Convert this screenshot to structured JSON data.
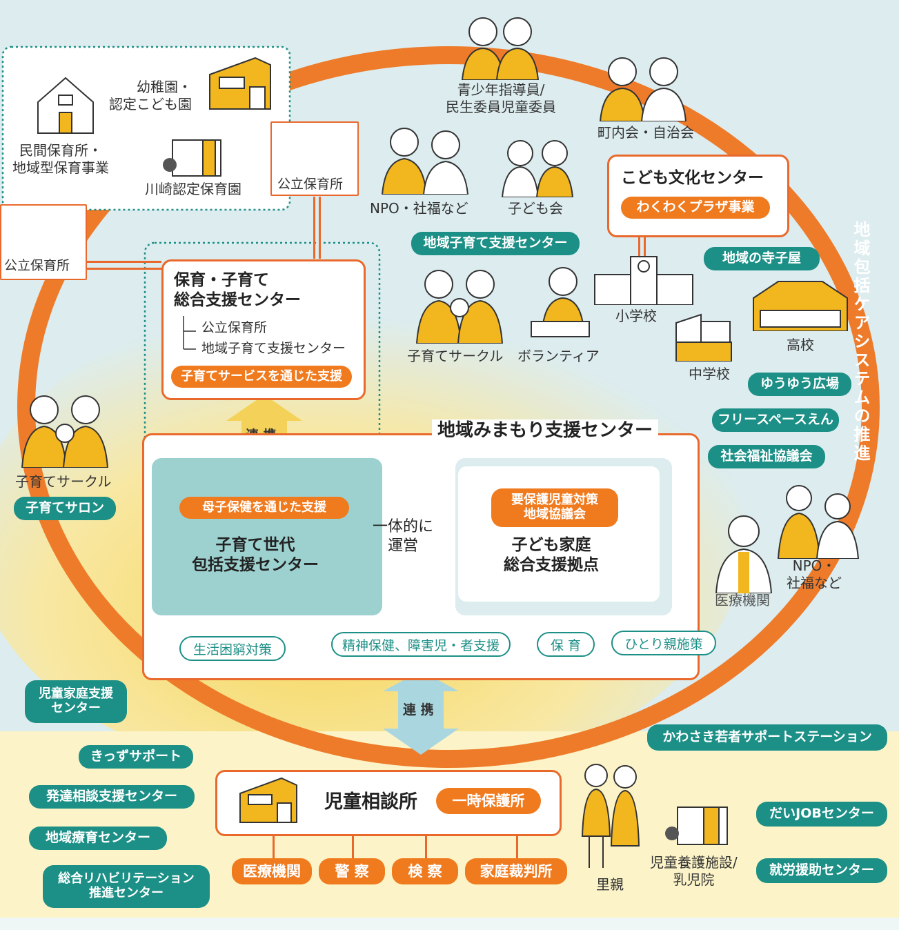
{
  "top_left": {
    "private_nursery": "民間保育所・\n地域型保育事業",
    "kindergarten": "幼稚園・\n認定こども園",
    "kawasaki_nursery": "川崎認定保育園",
    "public_nursery_1": "公立保育所",
    "public_nursery_2": "公立保育所"
  },
  "community": {
    "youth_guidance": "青少年指導員/\n民生委員児童委員",
    "neighborhood": "町内会・自治会",
    "npo_1": "NPO・社福など",
    "kids_club": "子ども会",
    "local_support_center": "地域子育て支援センター",
    "child_circle_1": "子育てサークル",
    "volunteer": "ボランティア",
    "culture_center": "こども文化センター",
    "wakuwaku": "わくわくプラザ事業",
    "terakoya": "地域の寺子屋",
    "elementary": "小学校",
    "junior_high": "中学校",
    "high_school": "高校",
    "yuyu": "ゆうゆう広場",
    "freespace": "フリースペースえん",
    "welfare_council": "社会福祉協議会",
    "medical": "医療機関",
    "npo_2": "NPO・\n社福など",
    "ring_label": "地域包括ケアシステムの推進",
    "child_circle_2": "子育てサークル",
    "child_salon": "子育てサロン"
  },
  "general_support": {
    "title": "保育・子育て\n総合支援センター",
    "sub1": "公立保育所",
    "sub2": "地域子育て支援センター",
    "badge": "子育てサービスを通じた支援"
  },
  "link_top": "連 携",
  "link_bottom": "連 携",
  "mimamori": {
    "title": "地域みまもり支援センター",
    "maternal_badge": "母子保健を通じた支援",
    "generation_center": "子育て世代\n包括支援センター",
    "unified": "一体的に\n運営",
    "council_badge": "要保護児童対策\n地域協議会",
    "family_base": "子ども家庭\n総合支援拠点",
    "tags": [
      "生活困窮対策",
      "精神保健、障害児・者支援",
      "保 育",
      "ひとり親施策"
    ]
  },
  "bottom": {
    "family_support_center": "児童家庭支援\nセンター",
    "kids_support": "きっずサポート",
    "development_center": "発達相談支援センター",
    "therapy_center": "地域療育センター",
    "rehab_center": "総合リハビリテーション\n推進センター",
    "guidance_center": "児童相談所",
    "temporary": "一時保護所",
    "orgs": [
      "医療機関",
      "警 察",
      "検 察",
      "家庭裁判所"
    ],
    "foster": "里親",
    "facility": "児童養護施設/\n乳児院",
    "youth_station": "かわさき若者サポートステーション",
    "job_center": "だいJOBセンター",
    "employment_center": "就労援助センター"
  },
  "colors": {
    "orange": "#f07a1e",
    "teal": "#1c8f86",
    "yellow": "#f2b61e"
  }
}
